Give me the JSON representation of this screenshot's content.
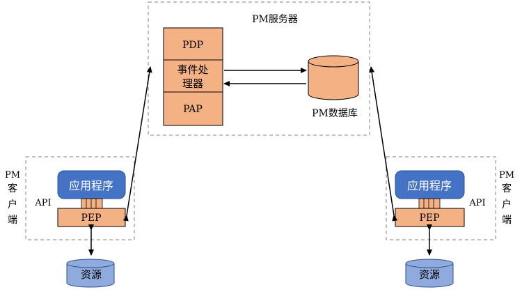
{
  "server": {
    "title": "PM服务器",
    "pdp_label": "PDP",
    "event_label_line1": "事件处",
    "event_label_line2": "理器",
    "pap_label": "PAP",
    "db_label": "PM数据库"
  },
  "left_client": {
    "side_label_line1": "PM",
    "side_label_line2": "客",
    "side_label_line3": "户",
    "side_label_line4": "端",
    "app_label": "应用程序",
    "api_label": "API",
    "pep_label": "PEP",
    "resource_label": "资源"
  },
  "right_client": {
    "side_label_line1": "PM",
    "side_label_line2": "客",
    "side_label_line3": "户",
    "side_label_line4": "端",
    "app_label": "应用程序",
    "api_label": "API",
    "pep_label": "PEP",
    "resource_label": "资源"
  },
  "colors": {
    "orange_fill": "#f4b183",
    "app_blue": "#4472c4",
    "resource_blue": "#8faadc",
    "dashed_border": "#808080"
  }
}
